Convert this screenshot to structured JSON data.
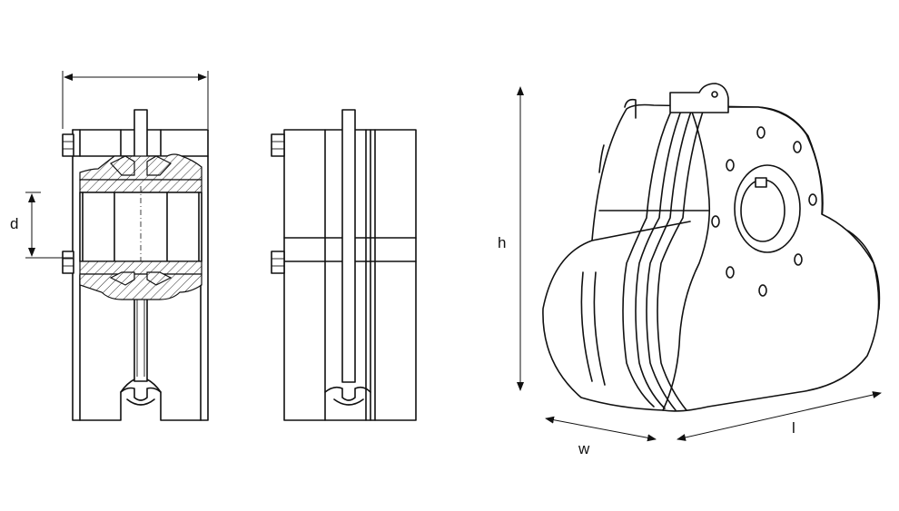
{
  "labels": {
    "diameter": "d",
    "height": "h",
    "width": "w",
    "length": "l"
  },
  "colors": {
    "line": "#111111",
    "background": "#ffffff"
  }
}
